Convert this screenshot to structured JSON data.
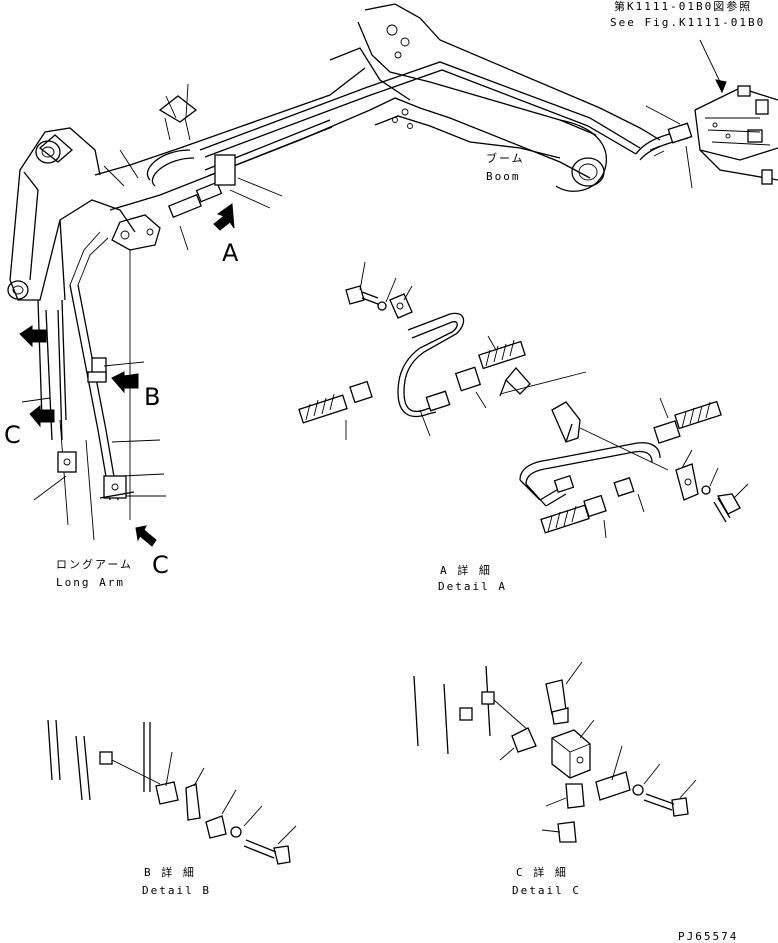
{
  "reference": {
    "jp": "第K1111-01B0図参照",
    "en": "See Fig.K1111-01B0"
  },
  "boom": {
    "jp": "ブーム",
    "en": "Boom"
  },
  "long_arm": {
    "jp": "ロングアーム",
    "en": "Long Arm"
  },
  "view_markers": {
    "a": "A",
    "b": "B",
    "c_left": "C",
    "c_bottom": "C"
  },
  "detail_a": {
    "jp": "A 詳 細",
    "en": "Detail A"
  },
  "detail_b": {
    "jp": "B 詳 細",
    "en": "Detail B"
  },
  "detail_c": {
    "jp": "C 詳 細",
    "en": "Detail C"
  },
  "drawing_number": "PJ65574"
}
